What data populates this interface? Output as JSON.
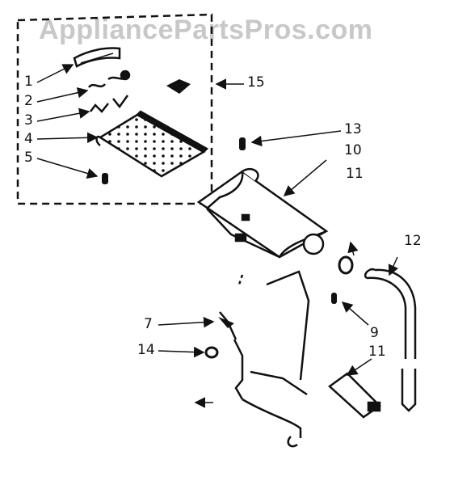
{
  "watermark": "AppliancePartsPros.com",
  "callouts": {
    "c1": "1",
    "c2": "2",
    "c3": "3",
    "c4": "4",
    "c5": "5",
    "c15": "15",
    "c13": "13",
    "c10": "10",
    "c11a": "11",
    "c12": "12",
    "c7": "7",
    "c14": "14",
    "c9": "9",
    "c11b": "11"
  }
}
